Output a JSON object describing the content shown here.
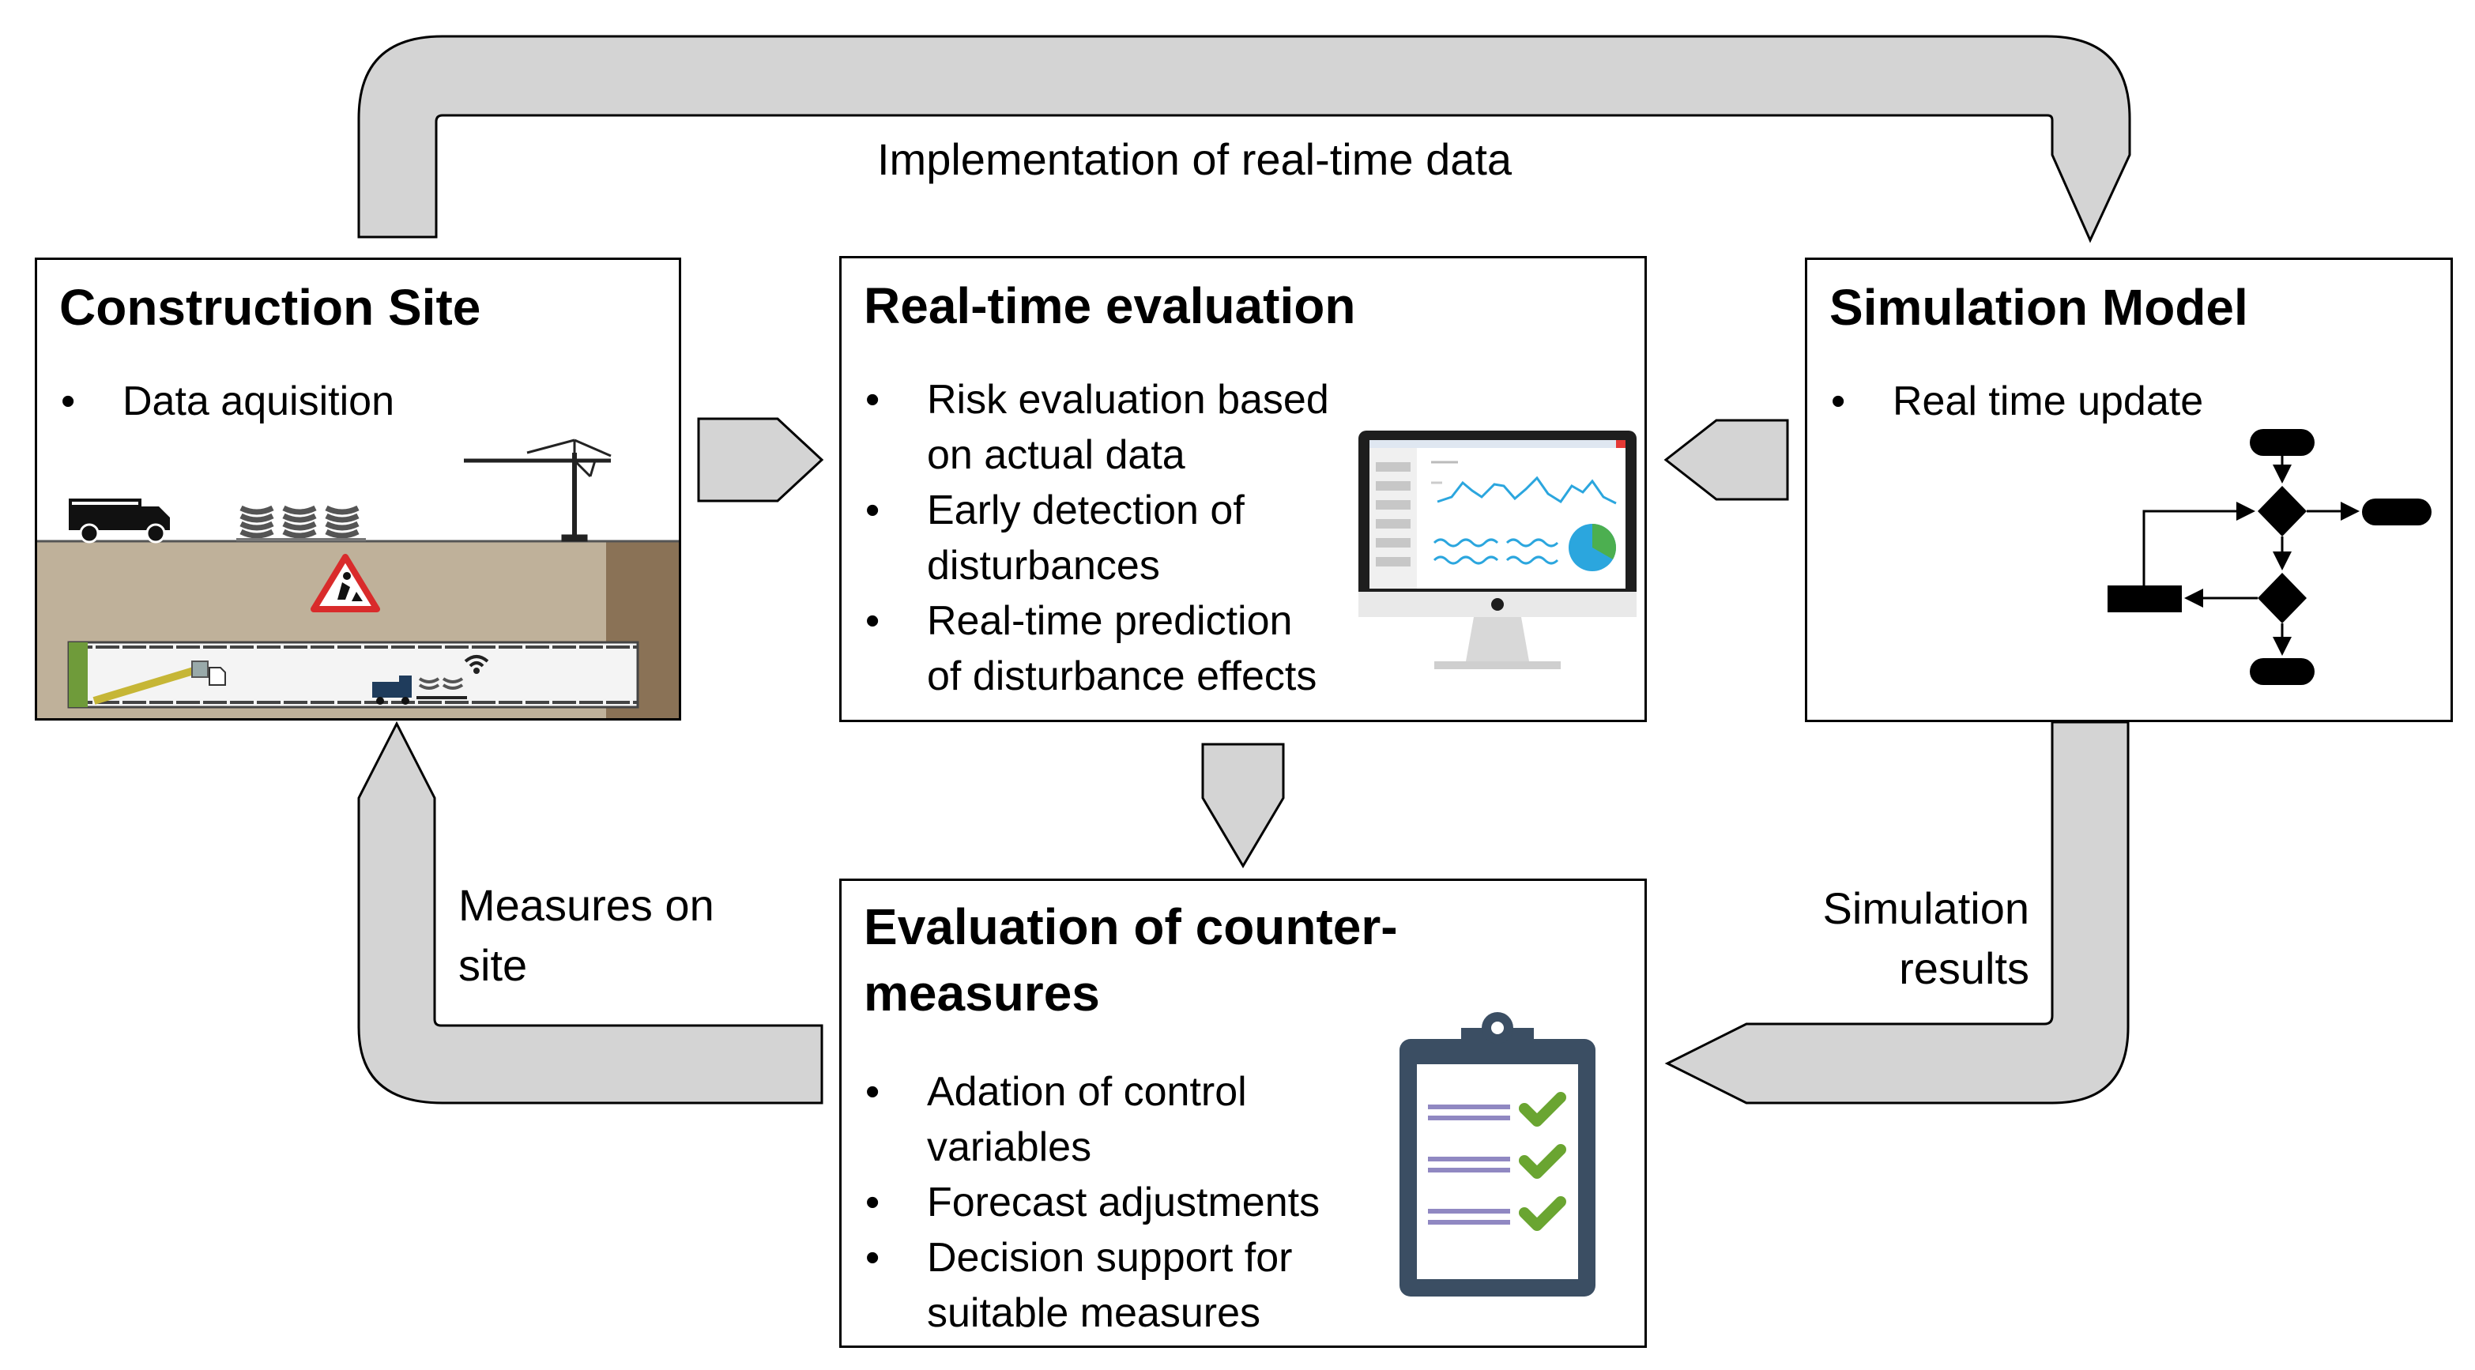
{
  "flow_labels": {
    "top": "Implementation of real-time data",
    "left_line1": "Measures on",
    "left_line2": "site",
    "right_line1": "Simulation",
    "right_line2": "results"
  },
  "boxes": {
    "construction_site": {
      "title": "Construction Site",
      "bullets": [
        "Data aquisition"
      ]
    },
    "realtime_evaluation": {
      "title": "Real-time evaluation",
      "bullets": [
        [
          "Risk evaluation based",
          "on actual data"
        ],
        [
          "Early detection of",
          "disturbances"
        ],
        [
          "Real-time prediction",
          "of disturbance effects"
        ]
      ]
    },
    "simulation_model": {
      "title": "Simulation Model",
      "bullets": [
        "Real time update"
      ]
    },
    "countermeasures": {
      "title_line1": "Evaluation of counter-",
      "title_line2": "measures",
      "bullets": [
        [
          "Adation of control",
          "variables"
        ],
        [
          "Forecast adjustments"
        ],
        [
          "Decision support for",
          "suitable measures"
        ]
      ]
    }
  },
  "colors": {
    "arrow_fill": "#d4d4d4",
    "ground": "#bfb19a",
    "soil_wall": "#8a7256",
    "clipboard": "#3b4e63",
    "check": "#6aa531",
    "list_line": "#9088c2",
    "monitor_frame": "#1e1e1e",
    "chart_line": "#2ba6de"
  },
  "icons": {
    "site": "construction-site-illustration",
    "monitor": "monitor-dashboard-icon",
    "flowchart": "flowchart-icon",
    "clipboard": "clipboard-checklist-icon"
  }
}
